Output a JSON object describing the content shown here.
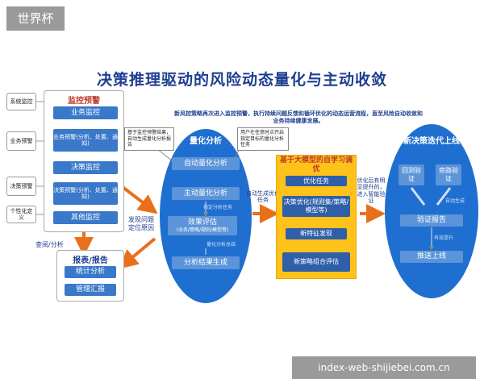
{
  "logo_text": "世界杯",
  "title": "决策推理驱动的风险动态量化与主动收敛",
  "description": {
    "line1": "新风控策略再次进入监控预警，执行持续问题反馈和循环优化的动态运营流程，直至风险自动收敛和",
    "line2": "业务持续健康发展。"
  },
  "side_labels": [
    "系统监控",
    "业务预警",
    "决策预警",
    "个性化定义"
  ],
  "monitor": {
    "title": "监控预警",
    "business_monitor": "业务监控",
    "business_warning": "业务预警(分析、处置、通知)",
    "decision_monitor": "决策监控",
    "decision_warning": "决策预警(分析、处置、通知)",
    "other_monitor": "其他监控"
  },
  "query_label": "查阅/分析",
  "report": {
    "title": "报表/报告",
    "stats": "统计分析",
    "summary": "管理汇报"
  },
  "find_cause_label": "发现问题定位原因",
  "callout_left": "基于监控预警结果，自动生成量化分析报告",
  "callout_right": "用户在任意时点开启指定目标的量化分析任务",
  "quant": {
    "title": "量化分析",
    "auto": "自动量化分析",
    "active": "主动量化分析",
    "assign": "指定分析任务",
    "eval_main": "效果评估",
    "eval_sub": "(业务/策略/规则/模型等)",
    "summary_small": "量化分析总结",
    "result": "分析结果生成"
  },
  "auto_optimize_label": "自动生成优化任务",
  "llm": {
    "title": "基于大模型的自学习调优",
    "task": "优化任务",
    "decision_opt": "决策优化(规则集/策略/模型等)",
    "feature": "新特征发现",
    "combo": "新策略组合评估"
  },
  "validate_label": "优化后有明显提升的，进入智能验证",
  "launch": {
    "title": "新决策迭代上线",
    "backtest": "回测验证",
    "bypass": "旁路验证",
    "auto_gen": "自动生成",
    "report": "验证报告",
    "effective": "有效提升",
    "deploy": "推送上线"
  },
  "watermark": "index-web-shijiebei.com.cn",
  "colors": {
    "title_blue": "#1f3f8f",
    "button_blue": "#3a78c9",
    "ellipse_blue": "#1f6fd0",
    "yellow": "#ffc21a",
    "orange_arrow": "#e8701a",
    "red_heading": "#c0392b"
  }
}
